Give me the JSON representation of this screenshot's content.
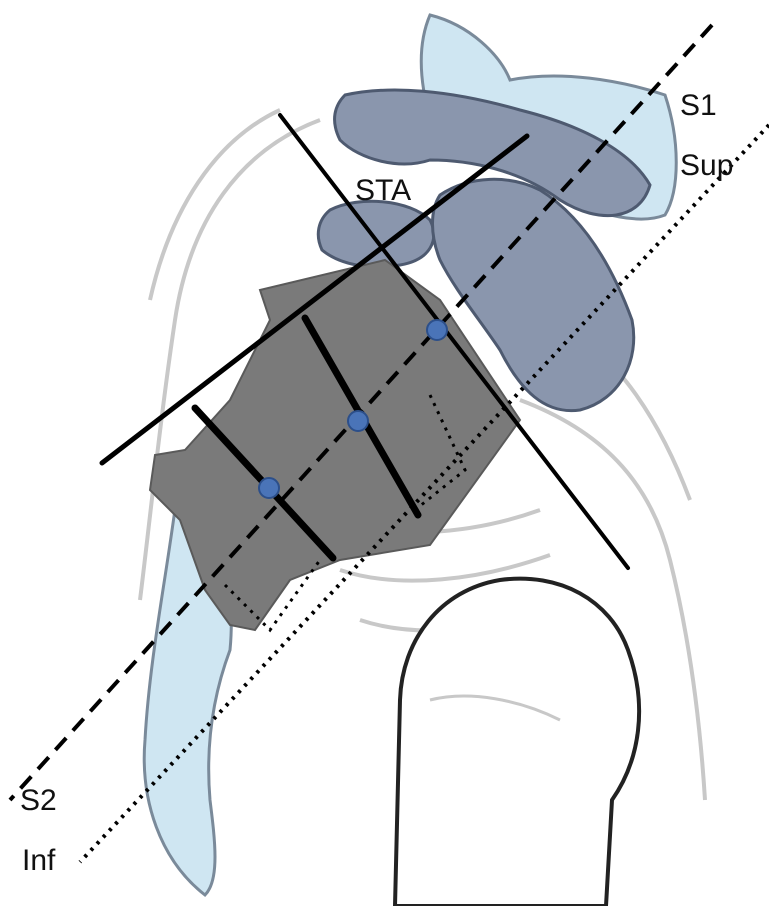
{
  "labels": {
    "s1": "S1",
    "sup": "Sup",
    "sta": "STA",
    "s2": "S2",
    "inf": "Inf"
  },
  "colors": {
    "background": "#ffffff",
    "outline": "#c8c8c8",
    "scapula_light": "#cfe6f2",
    "scapula_dark": "#8a96ad",
    "graft": "#7a7a7a",
    "marker": "#4a74b8",
    "line": "#000000"
  }
}
